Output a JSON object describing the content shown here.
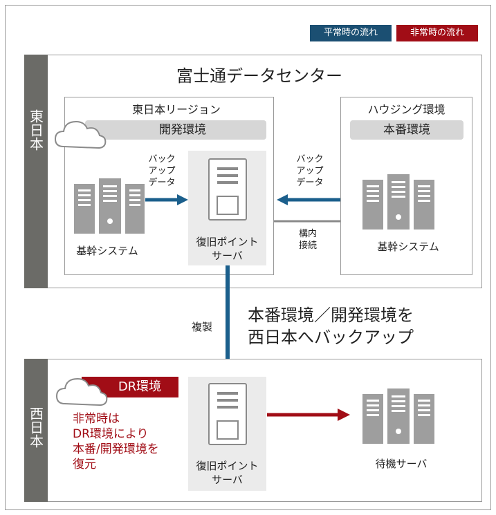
{
  "legend": {
    "normal": "平常時の流れ",
    "emergency": "非常時の流れ",
    "normal_color": "#1b4f72",
    "emergency_color": "#a10d16"
  },
  "east": {
    "region_label": "東日本",
    "center_title": "富士通データセンター",
    "east_region": {
      "title": "東日本リージョン",
      "env": "開発環境"
    },
    "housing": {
      "title": "ハウジング環境",
      "env": "本番環境"
    },
    "backup_left": [
      "バック",
      "アップ",
      "データ"
    ],
    "backup_right": [
      "バック",
      "アップ",
      "データ"
    ],
    "core_system_left": "基幹システム",
    "core_system_right": "基幹システム",
    "restore_server": [
      "復旧ポイント",
      "サーバ"
    ],
    "internal_connection": [
      "構内",
      "接続"
    ]
  },
  "replication": {
    "label": "複製",
    "message_line1": "本番環境／開発環境を",
    "message_line2": "西日本へバックアップ"
  },
  "west": {
    "region_label": "西日本",
    "dr_env": "DR環境",
    "dr_note": [
      "非常時は",
      "DR環境により",
      "本番/開発環境を",
      "復元"
    ],
    "restore_server": [
      "復旧ポイント",
      "サーバ"
    ],
    "standby_server": "待機サーバ"
  }
}
